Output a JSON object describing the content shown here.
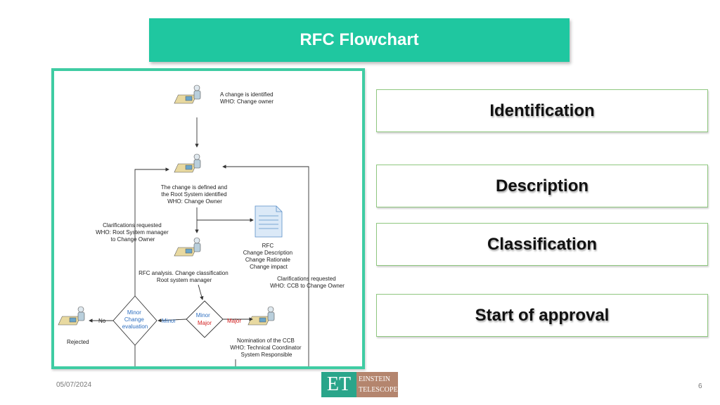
{
  "header": {
    "title": "RFC Flowchart"
  },
  "flowchart": {
    "nodes": {
      "change_identified": [
        "A change is identified",
        "WHO: Change owner"
      ],
      "change_defined": [
        "The change is defined and",
        "the Root System identified",
        "WHO: Change Owner"
      ],
      "rfc_doc": [
        "RFC",
        "Change Description",
        "Change Rationale",
        "Change impact"
      ],
      "rfc_analysis": [
        "RFC analysis. Change classification",
        "Root system manager"
      ],
      "clarif_root": [
        "Clarifications requested",
        "WHO: Root System manager",
        "to Change Owner"
      ],
      "clarif_ccb": [
        "Clarifications requested",
        "WHO: CCB to Change Owner"
      ],
      "minor_major": [
        "Minor",
        "Major"
      ],
      "minor_eval": [
        "Minor",
        "Change",
        "evaluation"
      ],
      "rejected": "Rejected",
      "nomination": [
        "Nomination of the CCB",
        "WHO: Technical Coordinator",
        "System Responsible"
      ]
    },
    "edge_labels": {
      "no": "No",
      "minor": "Minor",
      "major": "Major"
    }
  },
  "steps": [
    {
      "label": "Identification"
    },
    {
      "label": "Description"
    },
    {
      "label": "Classification"
    },
    {
      "label": "Start of approval"
    }
  ],
  "footer": {
    "date": "05/07/2024",
    "page": "6"
  },
  "logo": {
    "initials": "ET",
    "line1": "EINSTEIN",
    "line2": "TELESCOPE"
  },
  "colors": {
    "accent": "#1fc7a0",
    "frame": "#3fcca3",
    "step_border": "#8fc77f",
    "minor_blue": "#2e6fc0",
    "major_red": "#d32020"
  }
}
